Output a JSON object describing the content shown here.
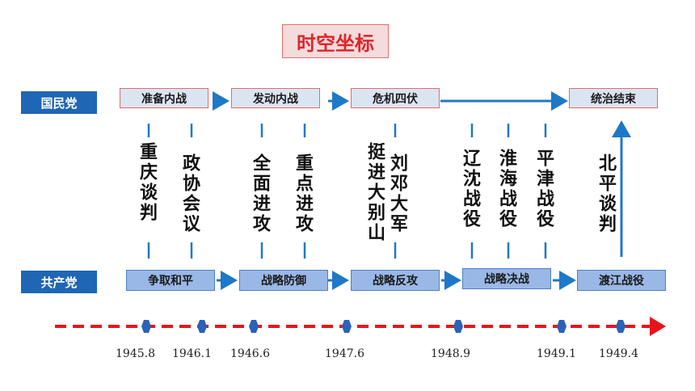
{
  "title": "时空坐标",
  "rows": {
    "kmt_label": "国民党",
    "cpc_label": "共产党"
  },
  "kmt_events": [
    "准备内战",
    "发动内战",
    "危机四伏",
    "统治结束"
  ],
  "cpc_events": [
    "争取和平",
    "战略防御",
    "战略反攻",
    "战略决战",
    "渡江战役"
  ],
  "mid_labels": [
    "重庆谈判",
    "政协会议",
    "全面进攻",
    "重点进攻",
    "挺进大别山",
    "刘邓大军",
    "辽沈战役",
    "淮海战役",
    "平津战役",
    "北平谈判"
  ],
  "dates": [
    "1945.8",
    "1946.1",
    "1946.6",
    "1947.6",
    "1948.9",
    "1949.1",
    "1949.4"
  ],
  "colors": {
    "title_red": "#e0242a",
    "row_blue": "#1f66b4",
    "timeline_red": "#e8141c",
    "arrow_blue": "#1e78c8",
    "marker_blue": "#2a62b8"
  }
}
